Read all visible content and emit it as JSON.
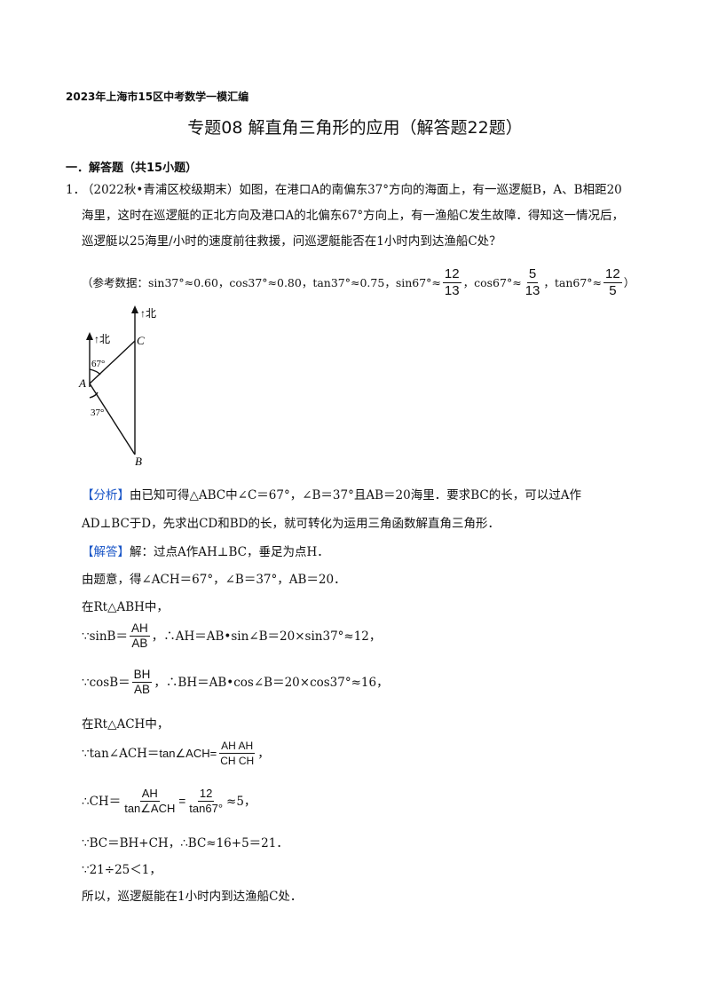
{
  "header": {
    "series": "2023年上海市15区中考数学一模汇编",
    "title": "专题08  解直角三角形的应用（解答题22题）"
  },
  "section": {
    "label": "一．解答题（共15小题）"
  },
  "question": {
    "number": "1．",
    "line1": "（2022秋•青浦区校级期末）如图，在港口A的南偏东37°方向的海面上，有一巡逻艇B，A、B相距20",
    "line2": "海里，这时在巡逻艇的正北方向及港口A的北偏东67°方向上，有一渔船C发生故障．得知这一情况后，",
    "line3": "巡逻艇以25海里/小时的速度前往救援，问巡逻艇能否在1小时内到达渔船C处？",
    "ref_prefix": "（参考数据：sin37°≈0.60，cos37°≈0.80，tan37°≈0.75，sin67°≈",
    "ref_sin67_num": "12",
    "ref_sin67_den": "13",
    "ref_cos67": "，cos67°≈",
    "ref_cos67_num": "5",
    "ref_cos67_den": "13",
    "ref_tan67": "，tan67°≈",
    "ref_tan67_num": "12",
    "ref_tan67_den": "5",
    "ref_close": "）"
  },
  "figure": {
    "north_label_1": "↑北",
    "north_label_2": "↑北",
    "point_a": "A",
    "point_b": "B",
    "point_c": "C",
    "angle_67": "67°",
    "angle_37": "37°"
  },
  "analysis": {
    "tag": "【分析】",
    "line1": "由已知可得△ABC中∠C＝67°，∠B＝37°且AB＝20海里．要求BC的长，可以过A作",
    "line2": "AD⊥BC于D，先求出CD和BD的长，就可转化为运用三角函数解直角三角形．"
  },
  "solution": {
    "tag": "【解答】",
    "line1": "解：过点A作AH⊥BC，垂足为点H．",
    "line2": "由题意，得∠ACH＝67°，∠B＝37°，AB＝20．",
    "line3": "在Rt△ABH中，",
    "sin_prefix": "∵sinB＝",
    "sin_num": "AH",
    "sin_den": "AB",
    "sin_suffix": "，∴AH＝AB•sin∠B＝20×sin37°≈12，",
    "cos_prefix": "∵cosB＝",
    "cos_num": "BH",
    "cos_den": "AB",
    "cos_suffix": "，∴BH＝AB•cos∠B＝20×cos37°≈16，",
    "line6": "在Rt△ACH中，",
    "tan_prefix": "∵tan∠ACH＝",
    "tan_expr": "tan∠ACH=",
    "tan_num": "AH AH",
    "tan_den": "CH CH",
    "tan_suffix": "，",
    "ch_prefix": "∴CH＝",
    "ch_num1": "AH",
    "ch_den1": "tan∠ACH",
    "ch_eq": "=",
    "ch_num2": "12",
    "ch_den2": "tan67°",
    "ch_suffix": "≈5，",
    "line9": "∵BC＝BH+CH，∴BC≈16+5＝21．",
    "line10": "∵21÷25＜1，",
    "line11": "所以，巡逻艇能在1小时内到达渔船C处．"
  }
}
